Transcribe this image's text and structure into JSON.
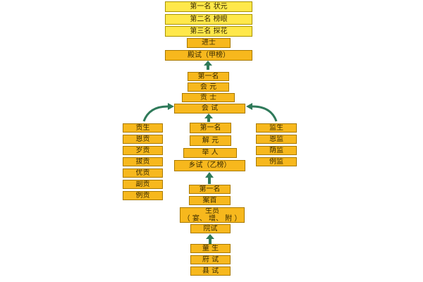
{
  "top_ranks": {
    "first": "第一名  状元",
    "second": "第二名  榜眼",
    "third": "第三名  探花"
  },
  "palace": {
    "jinshi": "进士",
    "dianshi": "殿试（甲榜）"
  },
  "metropolitan": {
    "first": "第一名",
    "huiyuan": "会  元",
    "gongshi": "贡  士",
    "huishi": "会  试"
  },
  "provincial": {
    "first": "第一名",
    "jieyuan": "解  元",
    "juren": "举  人",
    "xiangshi": "乡试（乙榜）"
  },
  "left_column": [
    "贡生",
    "恩贡",
    "岁贡",
    "拔贡",
    "优贡",
    "副贡",
    "例贡"
  ],
  "right_column": [
    "监生",
    "恩监",
    "荫监",
    "例监"
  ],
  "prefectural": {
    "first": "第一名",
    "anshou": "案首",
    "shengyuan_line1": "生员",
    "shengyuan_line2": "（ 宴、 增、 附 ）",
    "yuanshi": "院试"
  },
  "entry": {
    "tongsheng": "童  生",
    "fushi": "府 试",
    "xianshi": "县 试"
  },
  "colors": {
    "box": "#f7b81d",
    "top_box": "#ffe84a",
    "arrow": "#2f7a5a"
  }
}
